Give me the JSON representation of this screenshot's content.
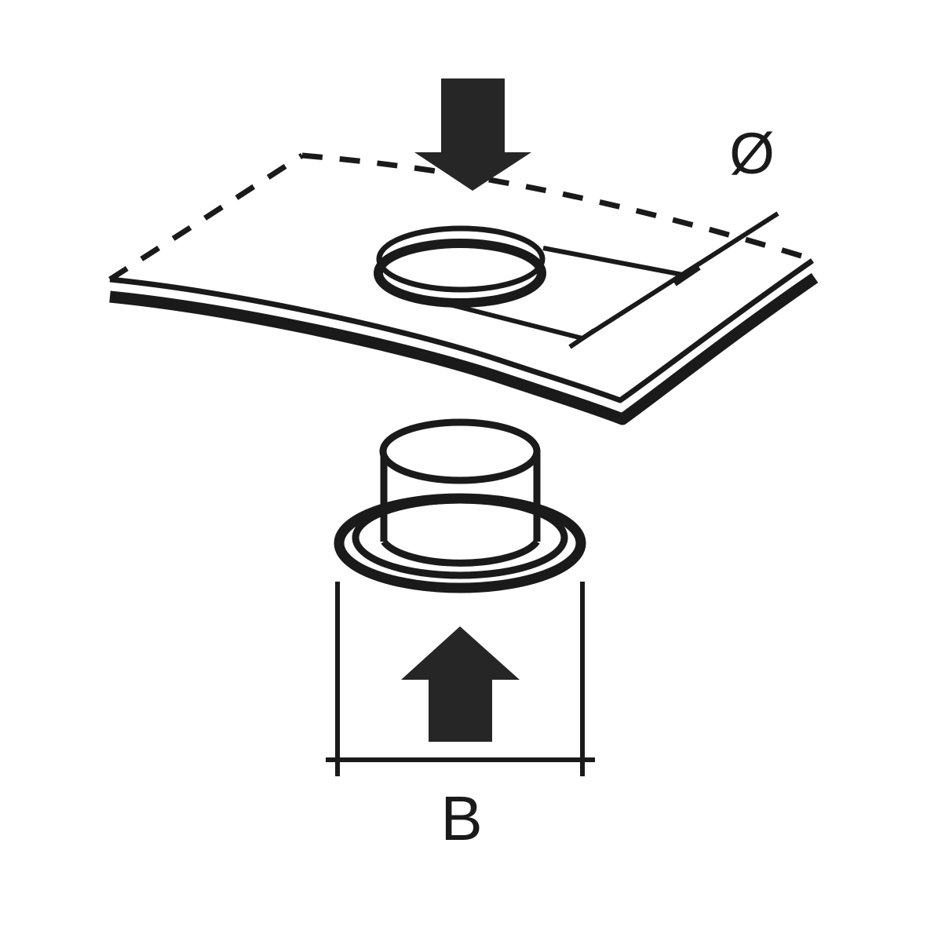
{
  "diagram": {
    "title": "Eyelet / grommet installation diagram",
    "background_color": "#ffffff",
    "stroke_color": "#1a1a1a",
    "labels": {
      "diameter": "Ø",
      "width": "B"
    },
    "parts": [
      {
        "name": "sheet-material",
        "description": "Curved sheet of material with punched hole"
      },
      {
        "name": "punched-hole",
        "description": "Round hole through the sheet"
      },
      {
        "name": "eyelet",
        "description": "Eyelet with cylindrical barrel and flanged base"
      },
      {
        "name": "press-arrow-down",
        "description": "Solid downward arrow indicating press direction"
      },
      {
        "name": "press-arrow-up",
        "description": "Solid upward arrow indicating eyelet insertion direction"
      },
      {
        "name": "diameter-dimension",
        "description": "Leader line indicating hole diameter Ø"
      },
      {
        "name": "width-dimension",
        "description": "Dimension line indicating flange width B"
      }
    ]
  }
}
